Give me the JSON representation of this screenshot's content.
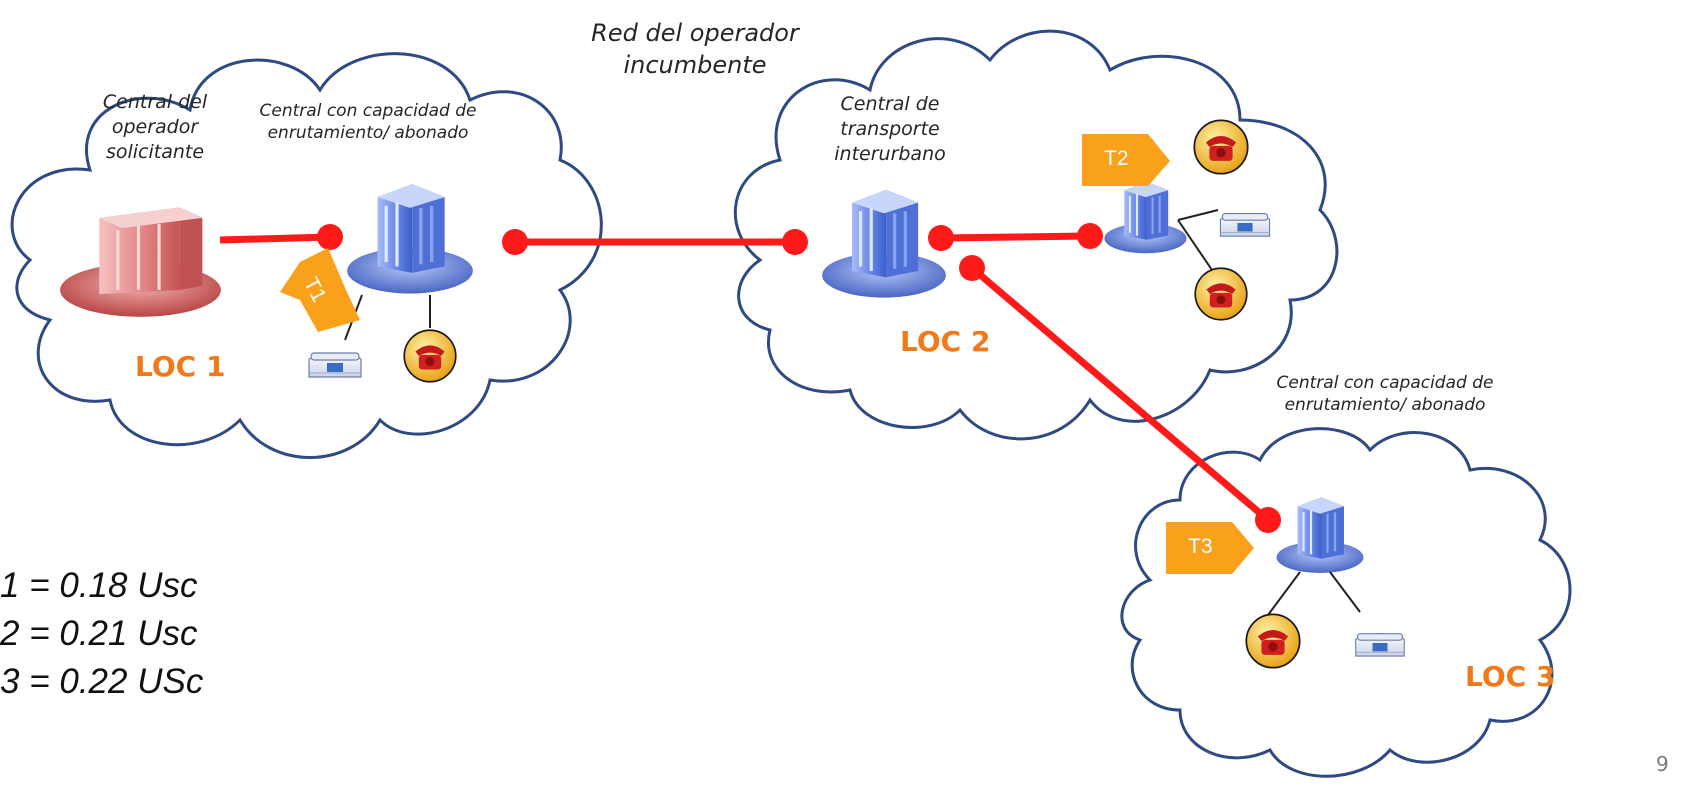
{
  "network_title": "Red del operador\nincumbente",
  "locations": {
    "loc1": "LOC 1",
    "loc2": "LOC 2",
    "loc3": "LOC 3"
  },
  "nodes": {
    "requesting_operator": "Central del\noperador\nsolicitante",
    "routing_exchange_1": "Central con capacidad de\nenrutamiento/ abonado",
    "transit_exchange": "Central de\ntransporte\ninterurbano",
    "routing_exchange_3": "Central con capacidad de\nenrutamiento/ abonado"
  },
  "tariff_tags": {
    "t1": "T1",
    "t2": "T2",
    "t3": "T3"
  },
  "formulas": [
    "1 = 0.18 Usc",
    "2 = 0.21 Usc",
    "3 = 0.22 USc"
  ],
  "page_number": "9",
  "icons": {
    "requesting_switch": "server-tower-icon",
    "routing_switch": "server-tower-icon",
    "red_phone": "red-telephone-icon",
    "desk_phone": "desk-telephone-icon"
  },
  "colors": {
    "link": "#ff1a1a",
    "loc_label": "#f07a1a",
    "tag_fill": "#f9a11b",
    "requesting_switch": "#e07b7b",
    "incumbent_switch": "#6f8fe0",
    "cloud_stroke": "#2f4a80"
  }
}
